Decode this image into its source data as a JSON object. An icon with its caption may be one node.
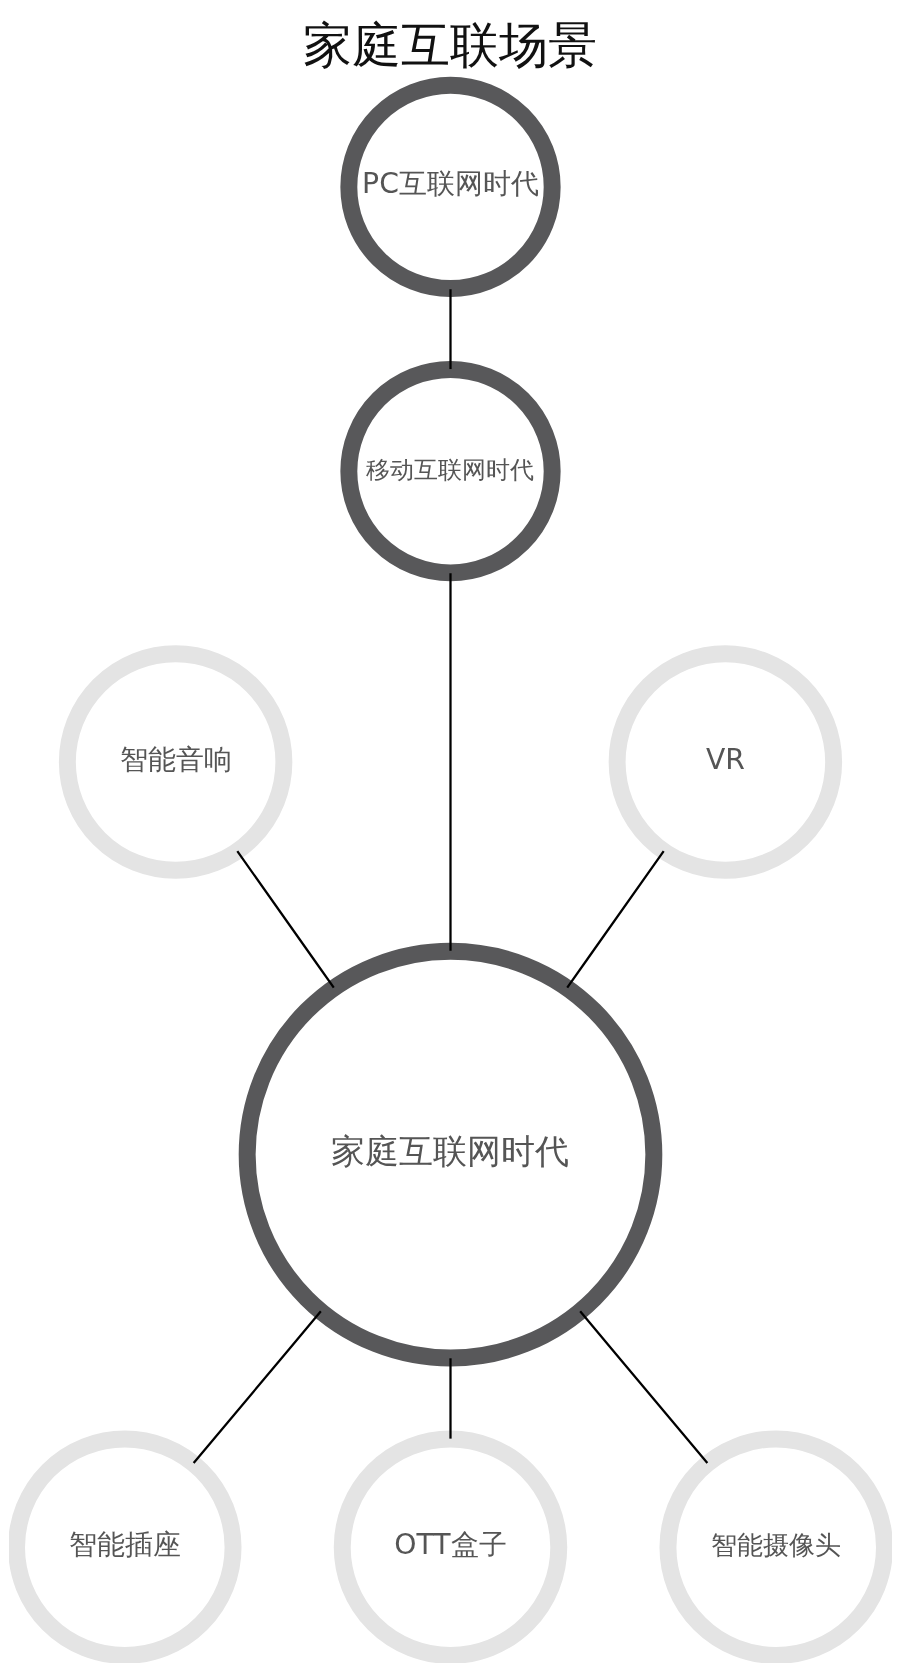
{
  "diagram": {
    "title": "家庭互联场景",
    "nodes": [
      {
        "text": [
          "PC互联网时代"
        ]
      },
      {
        "text": [
          "移动互联网时代"
        ]
      },
      {
        "text": [
          "智能音响"
        ]
      },
      {
        "text": [
          "VR"
        ]
      },
      {
        "text": [
          "家庭互联网时代"
        ]
      },
      {
        "text": [
          "智能插座"
        ]
      },
      {
        "text": [
          "OTT盒子"
        ]
      },
      {
        "text": [
          "智能摄像头"
        ]
      }
    ],
    "edges": [
      {
        "from": 0,
        "to": 1,
        "arrow": "none"
      },
      {
        "from": 1,
        "to": 4,
        "arrow": "none"
      },
      {
        "from": 2,
        "to": 4,
        "arrow": "none"
      },
      {
        "from": 3,
        "to": 4,
        "arrow": "none"
      },
      {
        "from": 4,
        "to": 5,
        "arrow": "none"
      },
      {
        "from": 4,
        "to": 6,
        "arrow": "none"
      },
      {
        "from": 4,
        "to": 7,
        "arrow": "none"
      }
    ]
  }
}
